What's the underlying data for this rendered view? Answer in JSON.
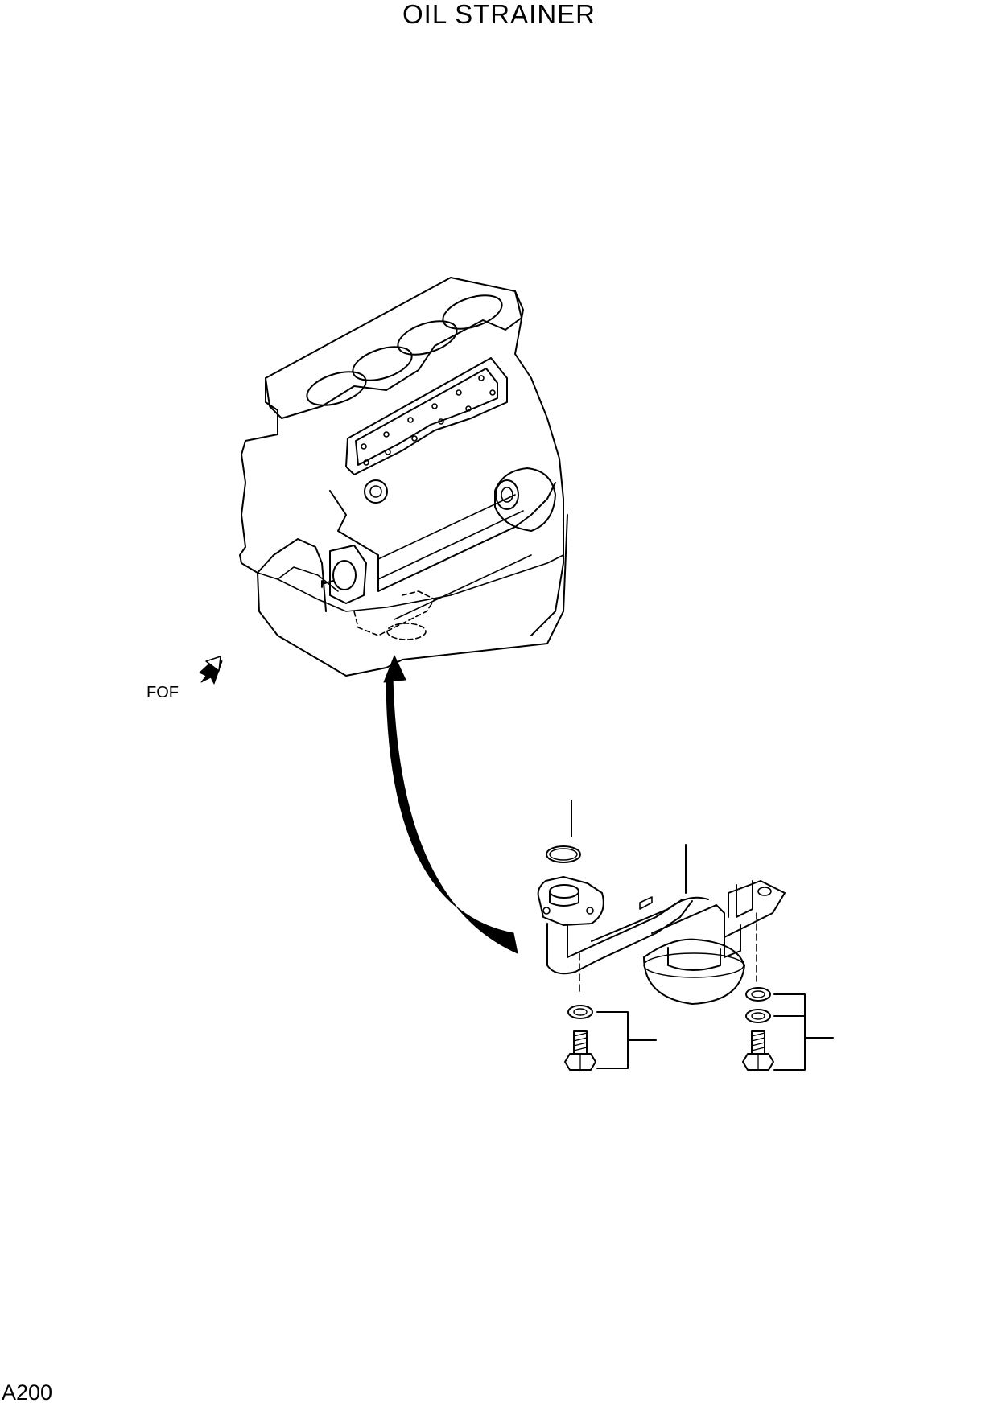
{
  "title": "OIL STRAINER",
  "page_code": "A200",
  "front_label": "FOF",
  "colors": {
    "line": "#000000",
    "background": "#ffffff"
  }
}
